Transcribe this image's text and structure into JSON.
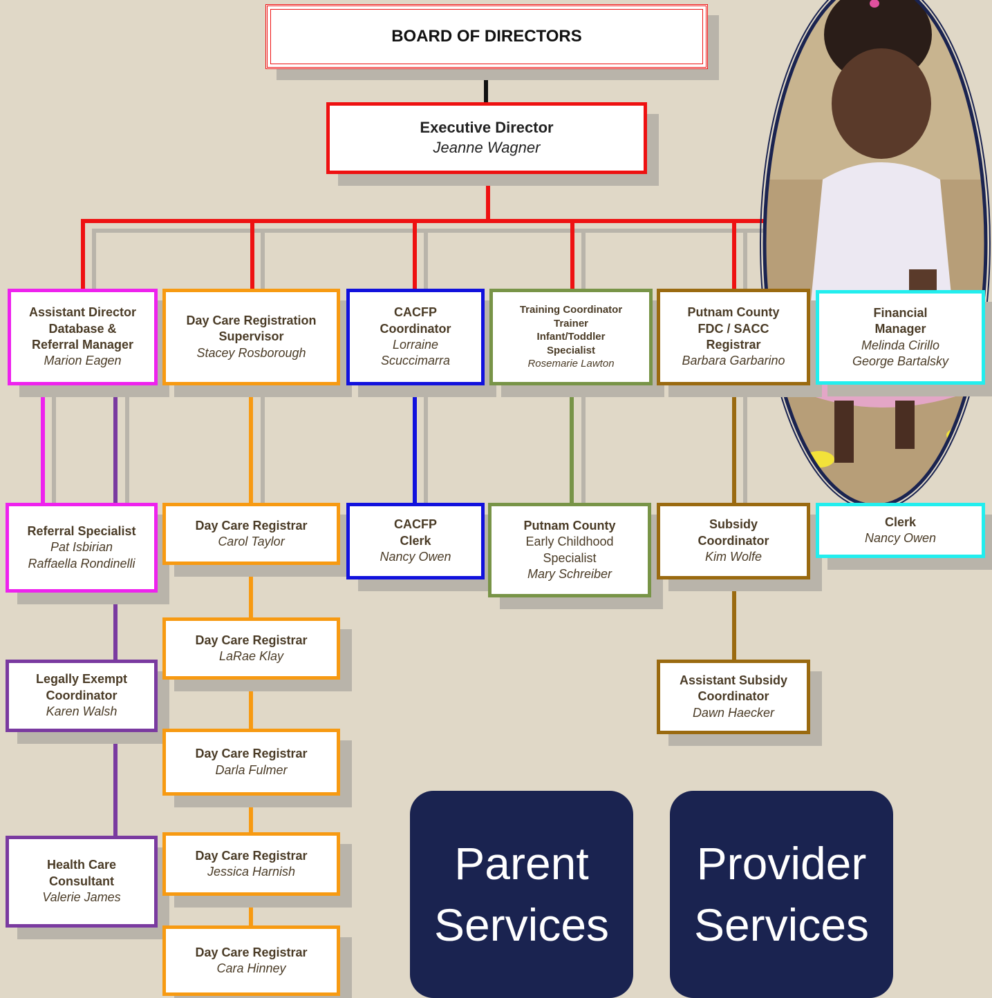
{
  "colors": {
    "background": "#e0d8c7",
    "red": "#ee1111",
    "magenta": "#ee22ee",
    "orange": "#f79a12",
    "blue": "#1111dd",
    "green": "#789447",
    "brown": "#9a6a10",
    "cyan": "#22eeee",
    "purple": "#7a3aa0",
    "navy": "#1a2350"
  },
  "board": {
    "title": "BOARD OF  DIRECTORS"
  },
  "executive": {
    "title": "Executive Director",
    "name": "Jeanne Wagner"
  },
  "row1": {
    "assistant_director": {
      "title": "Assistant Director\nDatabase &\nReferral Manager",
      "name": "Marion Eagen"
    },
    "registration_supervisor": {
      "title": "Day Care Registration\nSupervisor",
      "name": "Stacey Rosborough"
    },
    "cacfp_coordinator": {
      "title": "CACFP\nCoordinator",
      "name": "Lorraine\nScuccimarra"
    },
    "training_coordinator": {
      "title": "Training Coordinator\nTrainer\nInfant/Toddler\nSpecialist",
      "name": "Rosemarie Lawton"
    },
    "putnam_registrar": {
      "title": "Putnam County\nFDC / SACC\nRegistrar",
      "name": "Barbara Garbarino"
    },
    "financial_manager": {
      "title": "Financial\nManager",
      "name": "Melinda Cirillo\nGeorge Bartalsky"
    }
  },
  "row2": {
    "referral_specialist": {
      "title": "Referral Specialist",
      "name": "Pat Isbirian\nRaffaella Rondinelli"
    },
    "registrar_1": {
      "title": "Day Care Registrar",
      "name": "Carol Taylor"
    },
    "cacfp_clerk": {
      "title": "CACFP\nClerk",
      "name": "Nancy Owen"
    },
    "early_childhood": {
      "title": "Putnam County",
      "plain": "Early Childhood\nSpecialist",
      "name": "Mary Schreiber"
    },
    "subsidy_coordinator": {
      "title": "Subsidy\nCoordinator",
      "name": "Kim Wolfe"
    },
    "clerk": {
      "title": "Clerk",
      "name": "Nancy Owen"
    }
  },
  "lower": {
    "legally_exempt": {
      "title": "Legally Exempt\nCoordinator",
      "name": "Karen Walsh"
    },
    "health_care": {
      "title": "Health Care\nConsultant",
      "name": "Valerie James"
    },
    "registrar_2": {
      "title": "Day Care Registrar",
      "name": "LaRae Klay"
    },
    "registrar_3": {
      "title": "Day Care Registrar",
      "name": "Darla Fulmer"
    },
    "registrar_4": {
      "title": "Day Care Registrar",
      "name": "Jessica Harnish"
    },
    "registrar_5": {
      "title": "Day Care Registrar",
      "name": "Cara Hinney"
    },
    "assistant_subsidy": {
      "title": "Assistant Subsidy\nCoordinator",
      "name": "Dawn Haecker"
    }
  },
  "services": {
    "parent_line1": "Parent",
    "parent_line2": "Services",
    "provider_line1": "Provider",
    "provider_line2": "Services"
  }
}
